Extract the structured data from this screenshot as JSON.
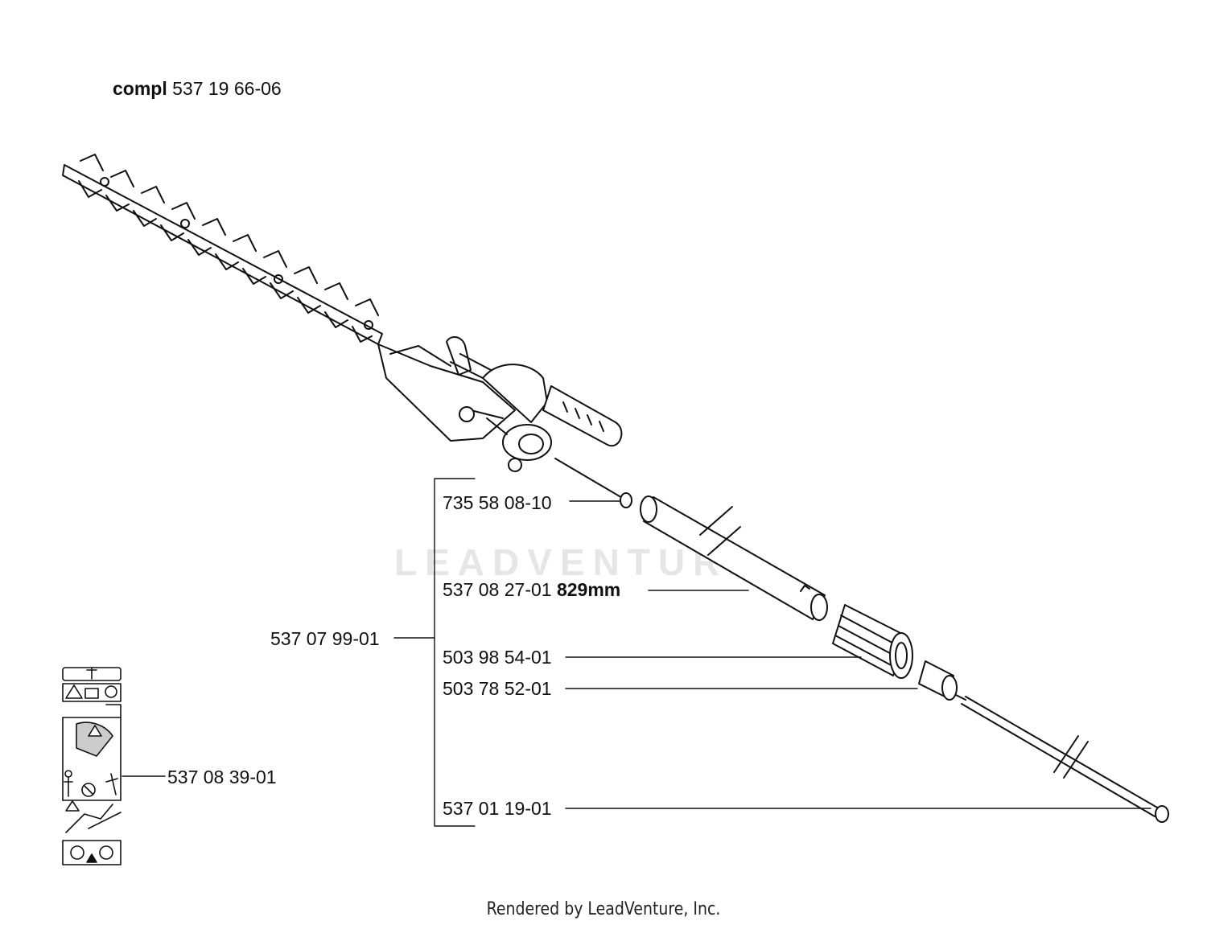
{
  "header": {
    "compl_label": "compl",
    "compl_number": "537 19 66-06"
  },
  "parts": [
    {
      "number": "735 58 08-10",
      "note": ""
    },
    {
      "number": "537 08 27-01",
      "note": "829mm"
    },
    {
      "number": "503 98 54-01",
      "note": ""
    },
    {
      "number": "503 78 52-01",
      "note": ""
    },
    {
      "number": "537 01 19-01",
      "note": ""
    }
  ],
  "group_number": "537 07 99-01",
  "decal_number": "537 08 39-01",
  "watermark": "LEADVENTURE",
  "footer": "Rendered by LeadVenture, Inc."
}
